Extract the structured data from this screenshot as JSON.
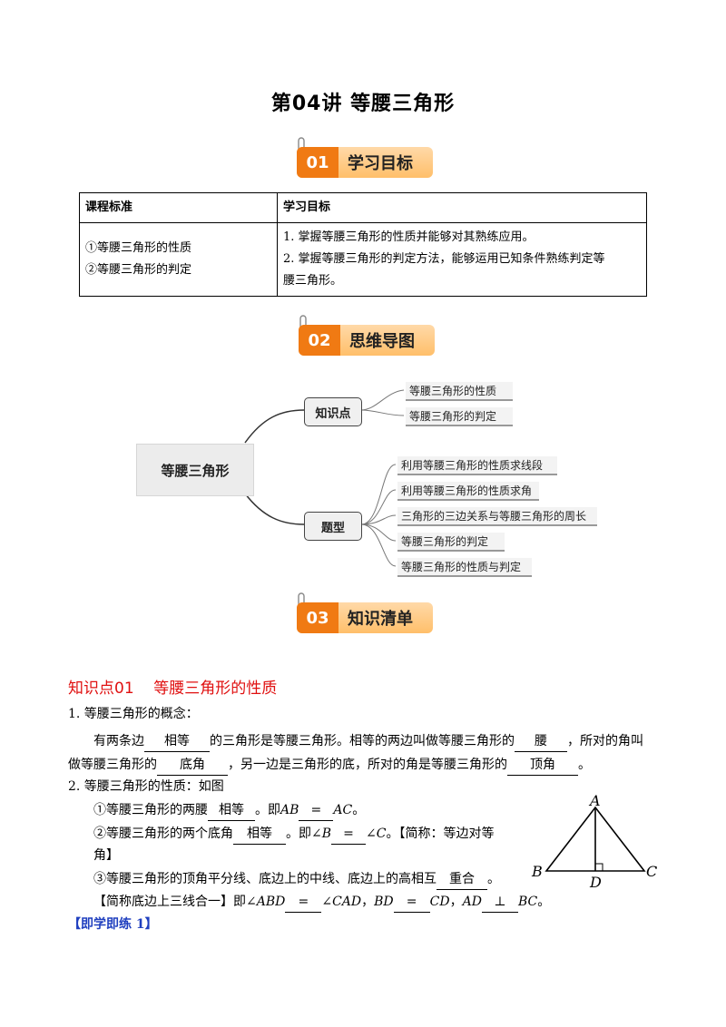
{
  "title": "第04讲  等腰三角形",
  "banners": [
    {
      "num": "01",
      "label": "学习目标"
    },
    {
      "num": "02",
      "label": "思维导图"
    },
    {
      "num": "03",
      "label": "知识清单"
    }
  ],
  "goals_table": {
    "header_left": "课程标准",
    "header_right": "学习目标",
    "left_1": "①等腰三角形的性质",
    "left_2": "②等腰三角形的判定",
    "right_1": "1. 掌握等腰三角形的性质并能够对其熟练应用。",
    "right_2": "2. 掌握等腰三角形的判定方法，能够运用已知条件熟练判定等",
    "right_3": "腰三角形。"
  },
  "mindmap": {
    "root": "等腰三角形",
    "branch1": "知识点",
    "branch1_items": [
      "等腰三角形的性质",
      "等腰三角形的判定"
    ],
    "branch2": "题型",
    "branch2_items": [
      "利用等腰三角形的性质求线段",
      "利用等腰三角形的性质求角",
      "三角形的三边关系与等腰三角形的周长",
      "等腰三角形的判定",
      "等腰三角形的性质与判定"
    ]
  },
  "section": {
    "title": "知识点01    等腰三角形的性质",
    "p1_title": "1. 等腰三角形的概念：",
    "p1_a": "有两条边",
    "p1_blank1": "相等",
    "p1_b": "的三角形是等腰三角形。相等的两边叫做等腰三角形的",
    "p1_blank2": "腰",
    "p1_c": "，所对的角叫",
    "p1_d": "做等腰三角形的",
    "p1_blank3": "底角",
    "p1_e": "，另一边是三角形的底，所对的角是等腰三角形的",
    "p1_blank4": "顶角",
    "p1_f": "。",
    "p2_title": "2.  等腰三角形的性质：如图",
    "item1_a": "①等腰三角形的两腰",
    "item1_blank": "相等",
    "item1_b": "。即",
    "item1_c": "AB",
    "item1_blank2": "=",
    "item1_d": "AC",
    "item1_e": "。",
    "item2_a": "②等腰三角形的两个底角",
    "item2_blank": "相等",
    "item2_b": "。即∠",
    "item2_c": "B",
    "item2_blank2": "=",
    "item2_d": "∠",
    "item2_e": "C",
    "item2_f": "。【简称：等边对等",
    "item2_g": "角】",
    "item3_a": "③等腰三角形的顶角平分线、底边上的中线、底边上的高相互",
    "item3_blank": "重合",
    "item3_b": "。",
    "item4_a": "【简称底边上三线合一】即∠",
    "item4_abd": "ABD",
    "item4_blank1": "=",
    "item4_cad": "∠CAD",
    "item4_comma1": "，",
    "item4_bd": "BD",
    "item4_blank2": "=",
    "item4_cd": "CD",
    "item4_comma2": "，",
    "item4_ad": "AD",
    "item4_blank3": "⊥",
    "item4_bc": "BC",
    "item4_end": "。",
    "practice": "【即学即练 1】"
  },
  "figure": {
    "A": "A",
    "B": "B",
    "C": "C",
    "D": "D"
  }
}
